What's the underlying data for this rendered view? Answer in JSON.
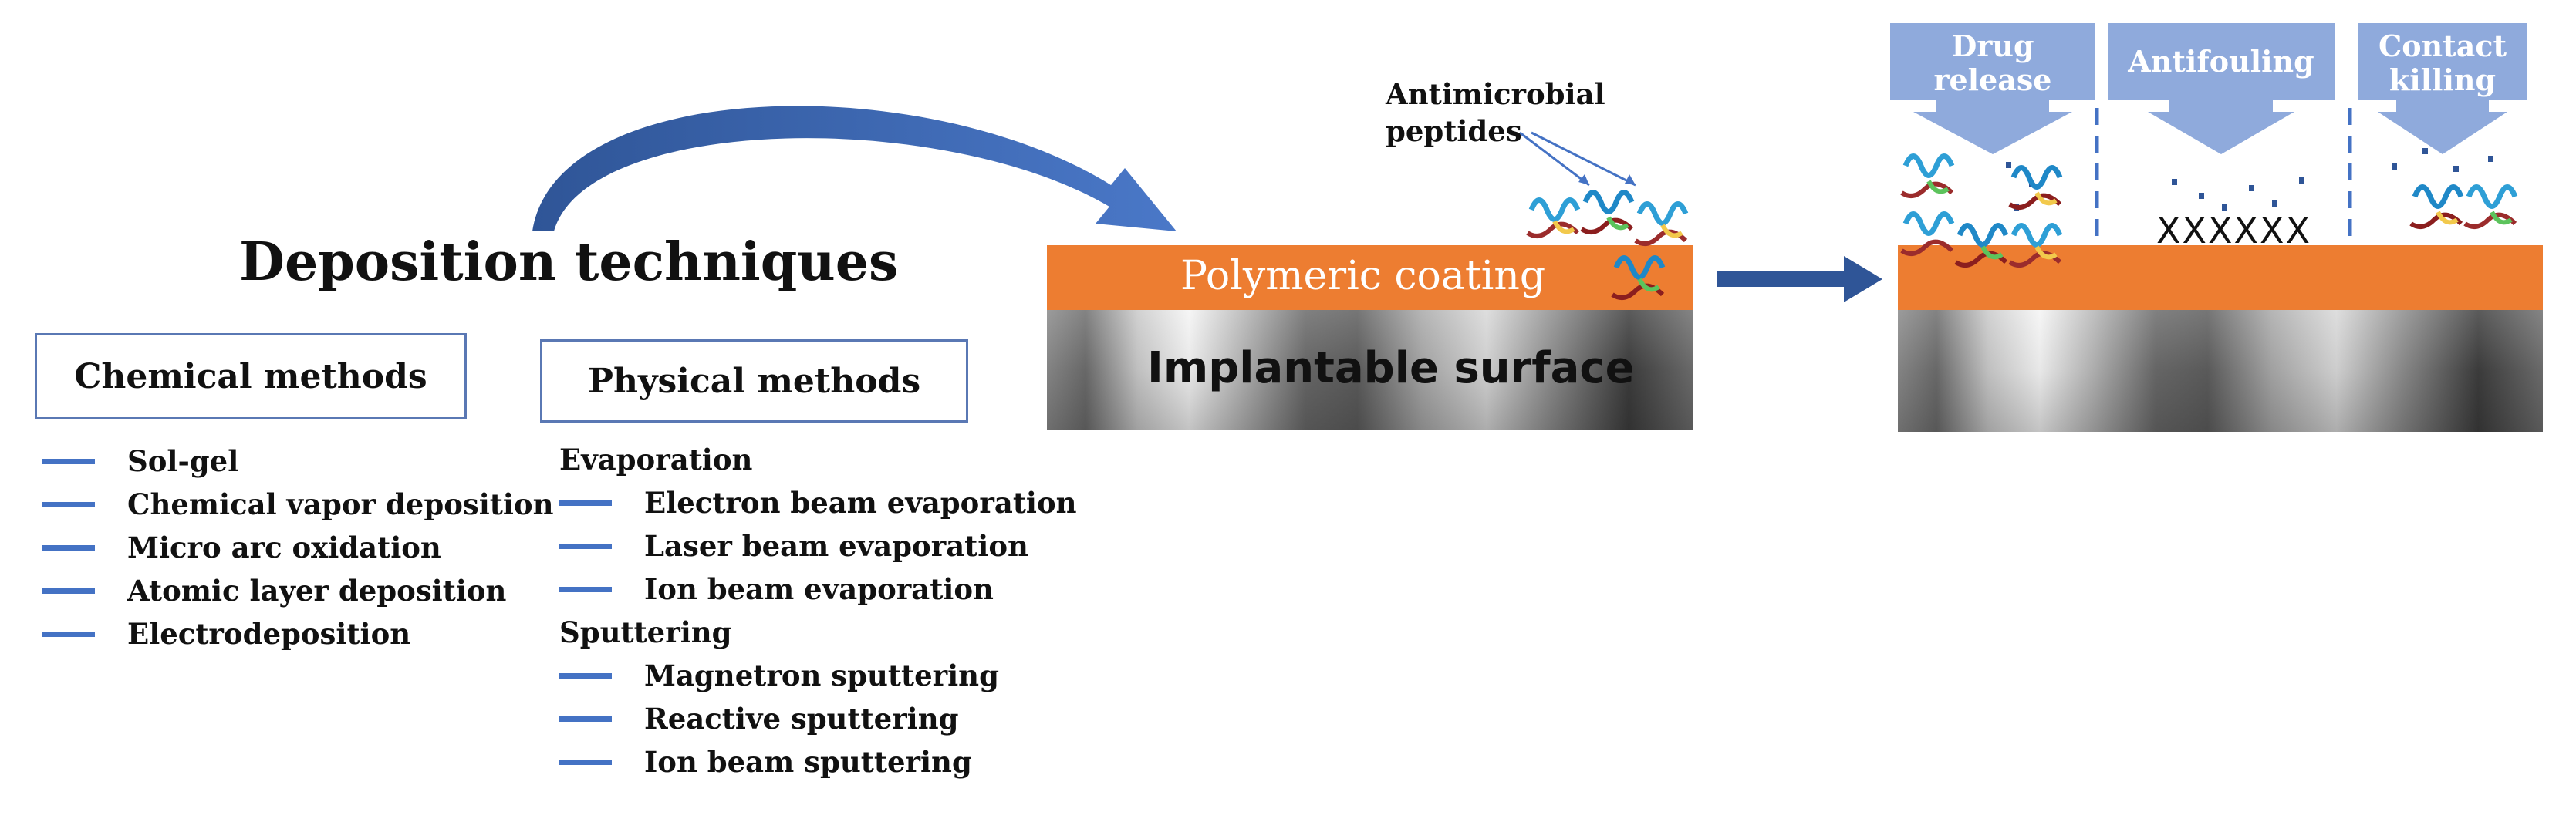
{
  "heading": "Deposition techniques",
  "chemical": {
    "title": "Chemical methods",
    "items": [
      "Sol-gel",
      "Chemical vapor deposition",
      "Micro arc oxidation",
      "Atomic layer deposition",
      "Electrodeposition"
    ]
  },
  "physical": {
    "title": "Physical methods",
    "groups": [
      {
        "name": "Evaporation",
        "items": [
          "Electron beam evaporation",
          "Laser beam evaporation",
          "Ion beam evaporation"
        ]
      },
      {
        "name": "Sputtering",
        "items": [
          "Magnetron sputtering",
          "Reactive sputtering",
          "Ion beam sputtering"
        ]
      }
    ]
  },
  "coating": {
    "label": "Polymeric coating",
    "surface": "Implantable surface",
    "peptide_label_line1": "Antimicrobial",
    "peptide_label_line2": "peptides"
  },
  "mechanisms": {
    "drug_release_line1": "Drug",
    "drug_release_line2": "release",
    "antifouling": "Antifouling",
    "contact_killing_line1": "Contact",
    "contact_killing_line2": "killing",
    "antifouling_marks": "XXXXXX"
  },
  "colors": {
    "accent_blue": "#4472c4",
    "callout_blue": "#8faadc",
    "coating_orange": "#ed7d31"
  }
}
